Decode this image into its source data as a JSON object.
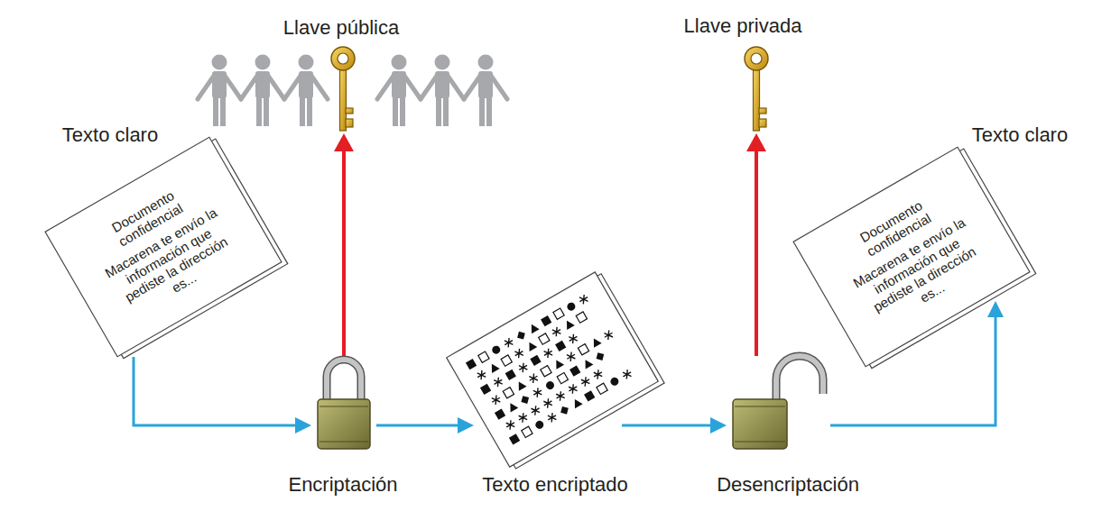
{
  "diagram": {
    "nodes": [
      {
        "text": [
          "Texto claro",
          "Documento confidencial",
          "Macarena te envío la información que pediste la dirección es..."
        ]
      },
      {
        "text": [
          "Llave pública"
        ]
      },
      {
        "text": [
          "Encriptación"
        ]
      },
      {
        "text": [
          "Texto encriptado"
        ]
      },
      {
        "text": [
          "Llave privada"
        ]
      },
      {
        "text": [
          "Desencriptación"
        ]
      },
      {
        "text": [
          "Texto claro",
          "Documento confidencial",
          "Macarena te envío la información que pediste la dirección es..."
        ]
      }
    ],
    "edges": [
      {
        "from": 0,
        "to": 2,
        "arrow": "to"
      },
      {
        "from": 2,
        "to": 1,
        "arrow": "to"
      },
      {
        "from": 2,
        "to": 3,
        "arrow": "to"
      },
      {
        "from": 3,
        "to": 5,
        "arrow": "to"
      },
      {
        "from": 5,
        "to": 4,
        "arrow": "to"
      },
      {
        "from": 5,
        "to": 6,
        "arrow": "to"
      }
    ]
  }
}
